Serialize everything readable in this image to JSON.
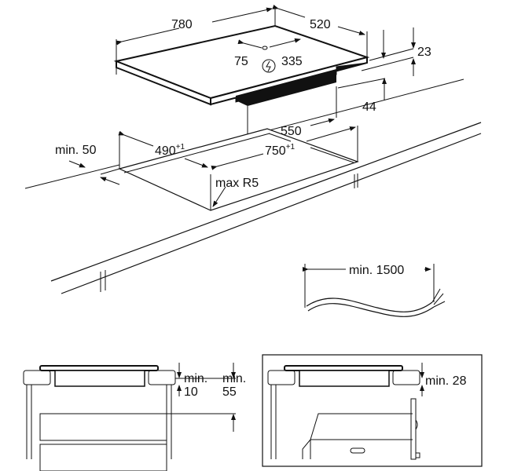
{
  "hob": {
    "width": "780",
    "depth": "520",
    "connection_offset_left": "75",
    "connection_offset_right": "335",
    "thickness": "23",
    "body_height": "44",
    "body_width": "550",
    "power_icon": "lightning-circle-icon"
  },
  "cutout": {
    "min_edge_distance": "min. 50",
    "depth": "490",
    "depth_tolerance": "+1",
    "width": "750",
    "width_tolerance": "+1",
    "corner_radius": "max R5"
  },
  "cable": {
    "min_length": "min. 1500"
  },
  "section_drawers": {
    "gap_label_a": "min.",
    "gap_value_a": "10",
    "gap_label_b": "min.",
    "gap_value_b": "55"
  },
  "section_oven": {
    "gap": "min. 28"
  }
}
